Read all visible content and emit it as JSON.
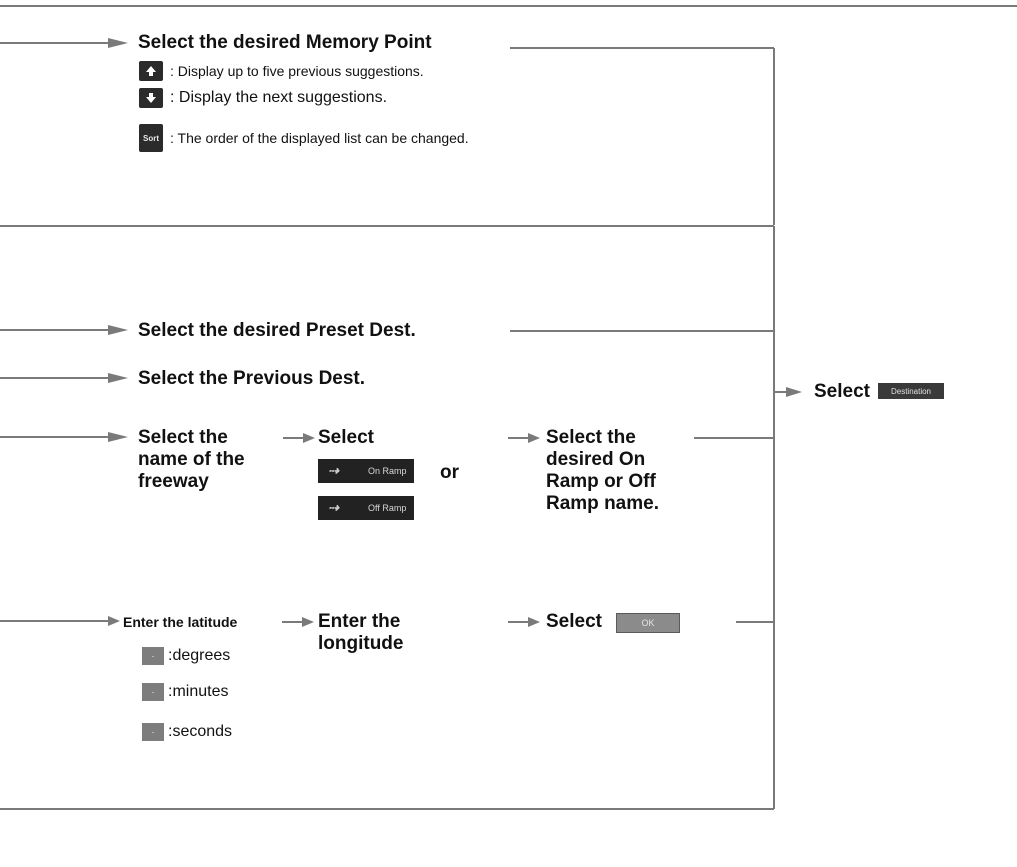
{
  "colors": {
    "line": "#7a7a7a",
    "text": "#111111",
    "button_dark": "#2b2b2b"
  },
  "memory": {
    "heading": "Select the desired  Memory Point",
    "up_desc": ": Display up to five previous suggestions.",
    "down_desc": ": Display the next suggestions.",
    "sort_label": "Sort",
    "sort_desc": ": The order of the displayed list can be changed."
  },
  "preset": {
    "heading": "Select the desired Preset Dest."
  },
  "previous": {
    "heading": "Select the Previous Dest."
  },
  "freeway": {
    "step1": "Select the name of the freeway",
    "step2": "Select",
    "on_ramp": "On Ramp",
    "off_ramp": "Off Ramp",
    "or": "or",
    "step3": "Select the desired On Ramp or Off Ramp name."
  },
  "coords": {
    "step1": "Enter the latitude",
    "step2": "Enter the longitude",
    "step3": "Select",
    "ok_label": "OK",
    "deg": ":degrees",
    "min": ":minutes",
    "sec": ":seconds"
  },
  "final": {
    "label": "Select",
    "button": "Destination"
  },
  "icons": {
    "up": "up-arrow-icon",
    "down": "down-arrow-icon",
    "ramp": "ramp-icon",
    "unit": "unit-mark-icon"
  }
}
